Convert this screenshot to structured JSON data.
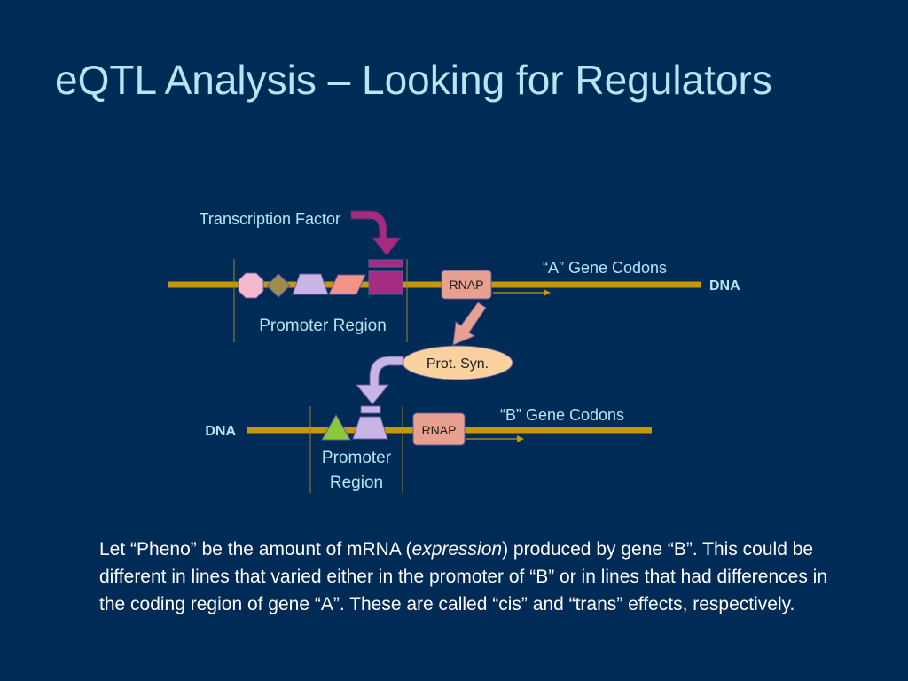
{
  "title": "eQTL Analysis – Looking for Regulators",
  "diagram": {
    "transcription_factor": "Transcription Factor",
    "gene_a_codons": "“A” Gene Codons",
    "dna_top": "DNA",
    "rnap_top": "RNAP",
    "promoter_top": "Promoter Region",
    "protein_synthesis": "Prot. Syn.",
    "gene_b_codons": "“B” Gene Codons",
    "dna_bottom": "DNA",
    "rnap_bottom": "RNAP",
    "promoter_bottom_line1": "Promoter",
    "promoter_bottom_line2": "Region",
    "colors": {
      "background": "#002b57",
      "dna_strand": "#c8960a",
      "title_text": "#b4e6f4",
      "magenta_tf": "#a52a82",
      "rnap_box": "#e8a090",
      "lavender": "#c8b4e6",
      "pink_octagon": "#f4b8d0",
      "olive_diamond": "#9c8c50",
      "salmon": "#f49488",
      "green_triangle": "#8cc83c",
      "prot_syn_oval": "#fad2a0"
    }
  },
  "caption": {
    "part1": "Let “Pheno” be the amount of mRNA (",
    "italic": "expression",
    "part2": ") produced by gene “B”.  This could be different in lines that varied either in the promoter of “B” or in lines that had differences in the coding region of gene “A”.  These are called “cis” and “trans” effects, respectively."
  }
}
